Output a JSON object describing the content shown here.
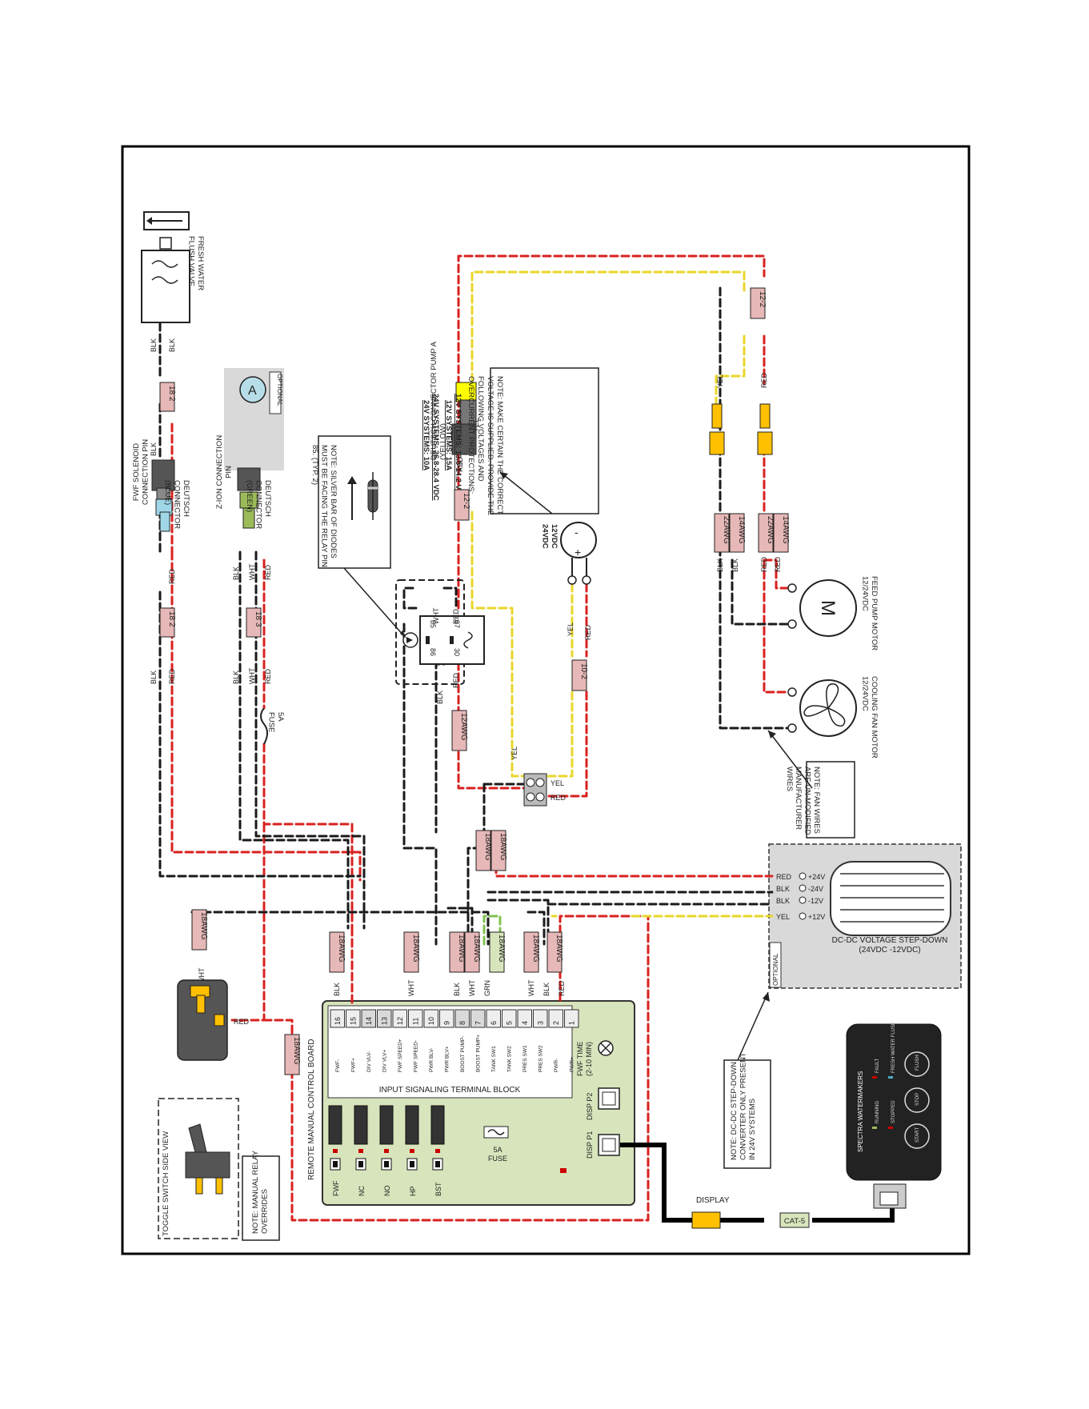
{
  "fresh_water_flush_valve": "FRESH WATER\nFLUSH VALVE",
  "fwf_solenoid_pin": "FWF SOLENOID\nCONNECTION PIN",
  "deutsch_blue": "DEUTSCH\nCONNECTOR\n(BLUE)",
  "z_ion_pin": "Z-ION CONNECTION\nPIN",
  "deutsch_green": "DEUTSCH\nCONNECTOR\n(GREEN)",
  "ammeter_letter": "A",
  "optional": "OPTIONAL",
  "fuse_5a_wire": "5A\nFUSE",
  "note_diode": "NOTE: SILVER BAR OF DIODES\nMUST BE FACING THE RELAY PIN\n85. (TYP. 2)",
  "deutsch_pump_a": "DEUTSCH CONNECTOR PUMP A\n(YELLOW)",
  "note_voltage": {
    "lines": [
      "NOTE: MAKE CERTAIN THE CORRECT",
      "VOLTAGE IS SUPPLIED. PROVIDE THE",
      "FOLLOWING VOLTAGES AND",
      "OVERCURRENT PROTECTIONS:"
    ],
    "v12": "12V SYSTEMS: 13.5-14.2 VDC",
    "v12fuse": "12V SYSTEMS: 15A",
    "v24": "24V SYSTEMS: 26.8-28.4 VDC",
    "v24fuse": "24V SYSTEMS: 10A"
  },
  "battery_label": "12VDC\n24VDC",
  "feed_pump_motor": "FEED PUMP MOTOR\n12/24VDC",
  "cooling_fan_motor": "COOLING FAN MOTOR\n12/24VDC",
  "motor_letter": "M",
  "note_fan": "NOTE: FAN WIRES\nARE UN-MODIFIED\nMANUFACTURER\nWIRES",
  "dc_dc": "DC-DC VOLTAGE STEP-DOWN\n(24VDC -12VDC)",
  "note_dcdc": "NOTE: DC-DC STEP-DOWN\nCONVERTER ONLY PRESENT\nIN 24V SYSTEMS",
  "display_label": "DISPLAY",
  "cat5": "CAT-5",
  "toggle_switch_view": "TOGGLE SWITCH SIDE VIEW",
  "note_manual_relay": "NOTE: MANUAL RELAY\nOVERRIDES",
  "remote_manual_board": "REMOTE MANUAL CONTROL BOARD",
  "input_terminal_block": "INPUT SIGNALING TERMINAL BLOCK",
  "fwf_time": "FWF TIME\n(2-10 MIN)",
  "disp_p1": "DISP P1",
  "disp_p2": "DISP P2",
  "board_fuse": "5A\nFUSE",
  "switches": [
    "FWF",
    "NC",
    "NO",
    "HP",
    "BST"
  ],
  "terminals": [
    {
      "num": "16",
      "name": "FWF-"
    },
    {
      "num": "15",
      "name": "FWF+"
    },
    {
      "num": "14",
      "name": "DIV VLV-"
    },
    {
      "num": "13",
      "name": "DIV VLV+"
    },
    {
      "num": "12",
      "name": "FWF SPEED+"
    },
    {
      "num": "11",
      "name": "FWF SPEED-"
    },
    {
      "num": "10",
      "name": "PWR BLV-"
    },
    {
      "num": "9",
      "name": "PWR BLV+"
    },
    {
      "num": "8",
      "name": "BOOST PUMP-"
    },
    {
      "num": "7",
      "name": "BOOST PUMP+"
    },
    {
      "num": "6",
      "name": "TANK SW1"
    },
    {
      "num": "5",
      "name": "TANK SW2"
    },
    {
      "num": "4",
      "name": "PRES SW1"
    },
    {
      "num": "3",
      "name": "PRES SW2"
    },
    {
      "num": "2",
      "name": "PWR-"
    },
    {
      "num": "1",
      "name": "PWR+"
    }
  ],
  "dcdc_terminals": [
    {
      "wire": "RED",
      "label": "+24V"
    },
    {
      "wire": "BLK",
      "label": "-24V"
    },
    {
      "wire": "BLK",
      "label": "-12V"
    },
    {
      "wire": "YEL",
      "label": "+12V"
    }
  ],
  "panel": {
    "brand": "SPECTRA WATERMAKERS",
    "leds": [
      "RUNNING",
      "STOPPED",
      "FAULT",
      "FRESH WATER FLUSH"
    ],
    "buttons": [
      "START",
      "STOP",
      "FLUSH"
    ]
  },
  "gauges": {
    "g18_2": "18 2",
    "g18_3": "18 3",
    "g12_2": "12-2",
    "g10_2": "10-2",
    "g18awg": "18AWG",
    "g12awg": "12AWG",
    "g22awg": "22AWG",
    "g14awg": "14AWG"
  },
  "wire_labels": {
    "blk": "BLK",
    "red": "RED",
    "wht": "WHT",
    "yel": "YEL",
    "grn": "GRN",
    "relay85": "85",
    "relay86": "86",
    "relay30": "30",
    "relay87": "87",
    "plus": "+",
    "minus": "-"
  }
}
